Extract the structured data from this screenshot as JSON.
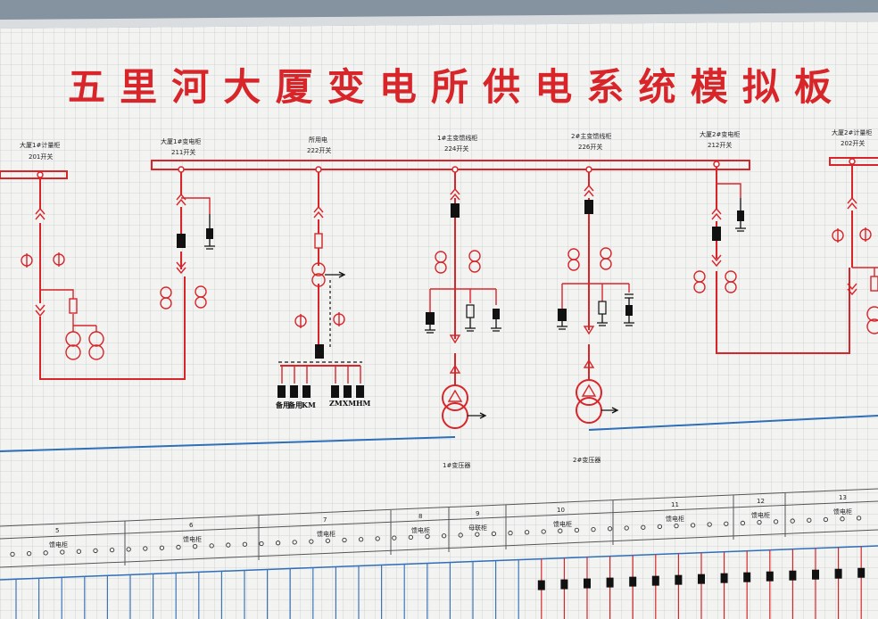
{
  "title": "五里河大厦变电所供电系统模拟板",
  "feeders": [
    {
      "name": "大厦1#计量柜",
      "switch": "201开关"
    },
    {
      "name": "大厦1#变电柜",
      "switch": "211开关"
    },
    {
      "name": "所用电",
      "switch": "222开关"
    },
    {
      "name": "1#主变馈线柜",
      "switch": "224开关"
    },
    {
      "name": "2#主变馈线柜",
      "switch": "226开关"
    },
    {
      "name": "大厦2#变电柜",
      "switch": "212开关"
    },
    {
      "name": "大厦2#计量柜",
      "switch": "202开关"
    }
  ],
  "aux_outputs": [
    "备用",
    "备用",
    "KM",
    "ZM",
    "XM",
    "HM"
  ],
  "transformers": [
    "1#变压器",
    "2#变压器"
  ],
  "panels": [
    {
      "no": "5",
      "label": "馈电柜"
    },
    {
      "no": "6",
      "label": "馈电柜"
    },
    {
      "no": "7",
      "label": "馈电柜"
    },
    {
      "no": "8",
      "label": "馈电柜"
    },
    {
      "no": "9",
      "label": "母联柜"
    },
    {
      "no": "10",
      "label": "馈电柜"
    },
    {
      "no": "11",
      "label": "馈电柜"
    },
    {
      "no": "12",
      "label": "馈电柜"
    },
    {
      "no": "13",
      "label": "馈电柜"
    }
  ],
  "colors": {
    "accent": "#d8252a",
    "bus_low": "#2f6eb8",
    "panel": "#f3f4f2"
  }
}
